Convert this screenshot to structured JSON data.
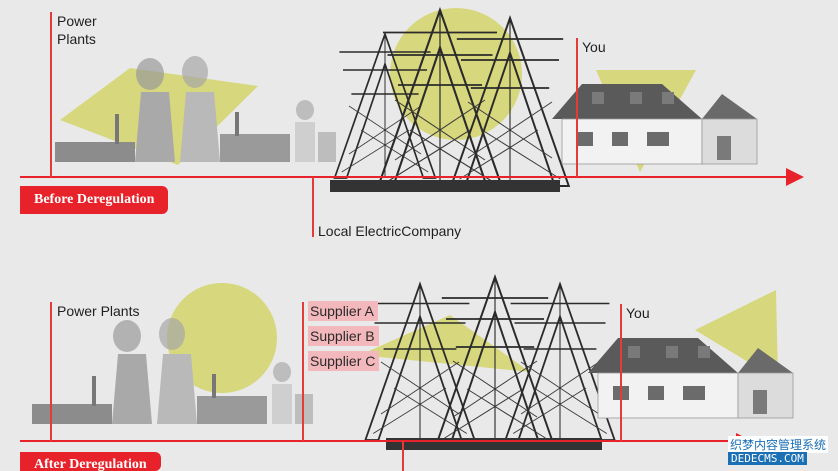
{
  "before": {
    "power_plants_line1": "Power",
    "power_plants_line2": "Plants",
    "you": "You",
    "local_company": "Local ElectricCompany",
    "badge": "Before Deregulation"
  },
  "after": {
    "power_plants": "Power Plants",
    "suppliers": [
      "Supplier A",
      "Supplier B",
      "Supplier C"
    ],
    "you": "You",
    "badge": "After Deregulation"
  },
  "watermark": {
    "line1": "织梦内容管理系统",
    "line2": "DEDECMS.COM"
  },
  "colors": {
    "accent": "#e8222a",
    "highlight": "#d4d36a",
    "supplier_bg": "#f3b8bc",
    "background": "#e9e9e9"
  }
}
